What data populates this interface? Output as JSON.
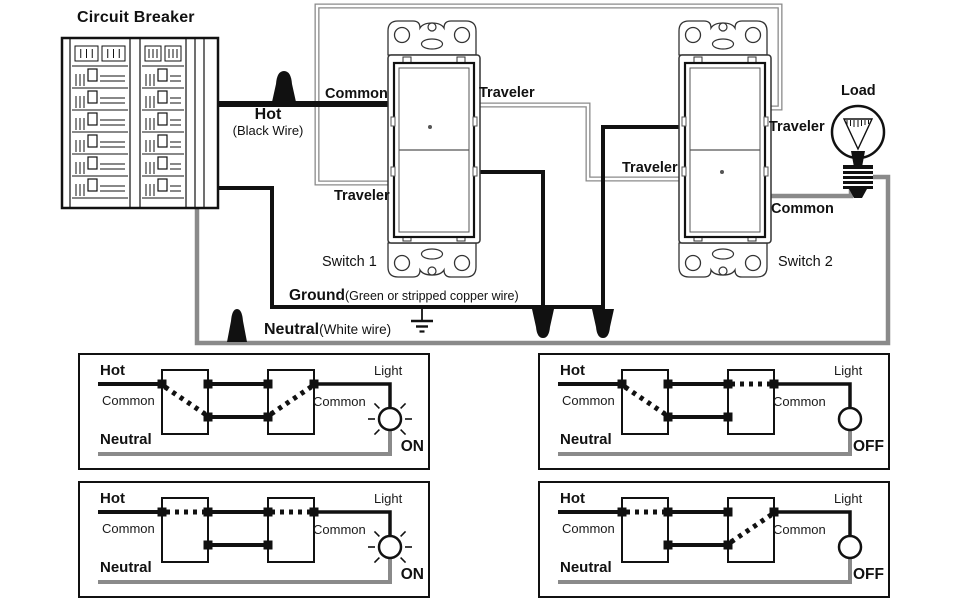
{
  "colors": {
    "wire_black": "#111111",
    "wire_gray": "#8a8a8a",
    "background": "#ffffff"
  },
  "main": {
    "circuit_breaker_label": "Circuit Breaker",
    "hot_label": "Hot",
    "hot_sub": "(Black Wire)",
    "sw1_common": "Common",
    "sw1_traveler_right": "Traveler",
    "sw1_traveler_bottom": "Traveler",
    "switch1_label": "Switch 1",
    "sw2_traveler_left": "Traveler",
    "sw2_traveler_right": "Traveler",
    "sw2_common": "Common",
    "switch2_label": "Switch 2",
    "load_label": "Load",
    "ground_label": "Ground",
    "ground_sub": "(Green or stripped copper wire)",
    "neutral_label": "Neutral",
    "neutral_sub": "(White wire)"
  },
  "schematics": {
    "labels": {
      "hot": "Hot",
      "common_left": "Common",
      "common_right": "Common",
      "neutral": "Neutral",
      "light": "Light"
    },
    "boxes": [
      {
        "sw1": "diag",
        "sw2": "diag",
        "light": "on",
        "status": "ON"
      },
      {
        "sw1": "horiz",
        "sw2": "horiz",
        "light": "on",
        "status": "ON"
      },
      {
        "sw1": "diag",
        "sw2": "horiz",
        "light": "off",
        "status": "OFF"
      },
      {
        "sw1": "horiz",
        "sw2": "diag",
        "light": "off",
        "status": "OFF"
      }
    ]
  }
}
